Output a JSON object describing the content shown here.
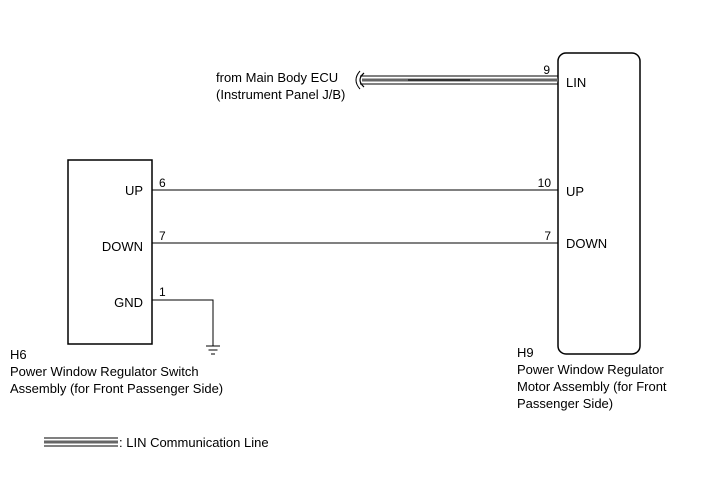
{
  "source": {
    "line1": "from Main Body ECU",
    "line2": "(Instrument Panel J/B)"
  },
  "h6": {
    "code": "H6",
    "name_line1": "Power Window Regulator Switch",
    "name_line2": "Assembly (for Front Passenger Side)",
    "terminals": [
      {
        "label": "UP",
        "pin": "6"
      },
      {
        "label": "DOWN",
        "pin": "7"
      },
      {
        "label": "GND",
        "pin": "1"
      }
    ]
  },
  "h9": {
    "code": "H9",
    "name_line1": "Power Window Regulator",
    "name_line2": "Motor Assembly (for Front",
    "name_line3": "Passenger Side)",
    "terminals": [
      {
        "label": "LIN",
        "pin": "9"
      },
      {
        "label": "UP",
        "pin": "10"
      },
      {
        "label": "DOWN",
        "pin": "7"
      }
    ]
  },
  "legend": {
    "text": ": LIN Communication Line"
  },
  "colors": {
    "line": "#000000",
    "background": "#ffffff"
  }
}
